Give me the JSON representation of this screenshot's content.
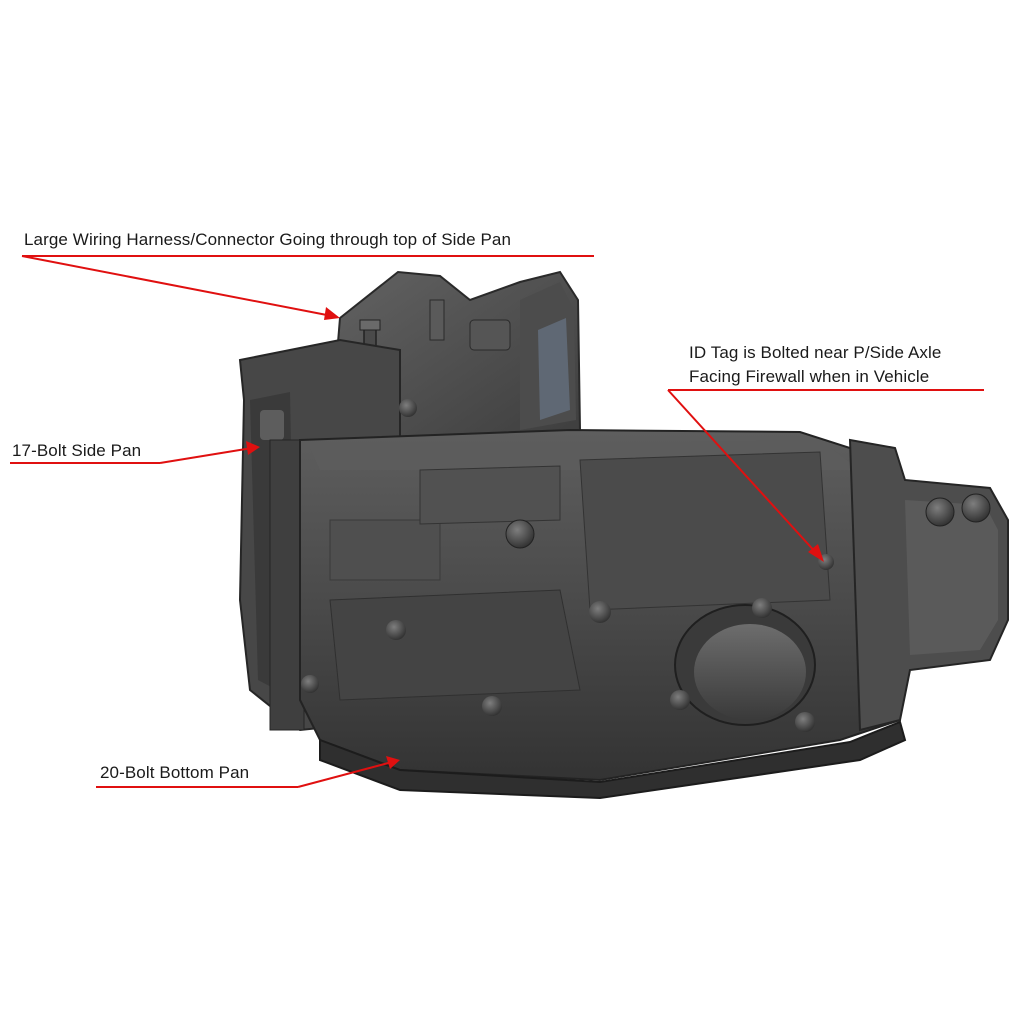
{
  "colors": {
    "background": "#ffffff",
    "annotation_line": "#e01010",
    "label_text": "#1a1a1a",
    "housing_dark": "#3c3c3c",
    "housing_mid": "#555555",
    "housing_light": "#6a6a6a",
    "bolt_highlight": "#7a7a7a",
    "converter_blue": "#6f7f96"
  },
  "callouts": {
    "harness": "Large Wiring Harness/Connector Going through top of Side Pan",
    "id_tag_line_1": "ID Tag is Bolted near P/Side Axle",
    "id_tag_line_2": "Facing Firewall when in Vehicle",
    "side_pan": "17-Bolt Side Pan",
    "bottom_pan": "20-Bolt Bottom Pan"
  },
  "photo": {
    "subject": "automatic-transmission"
  }
}
